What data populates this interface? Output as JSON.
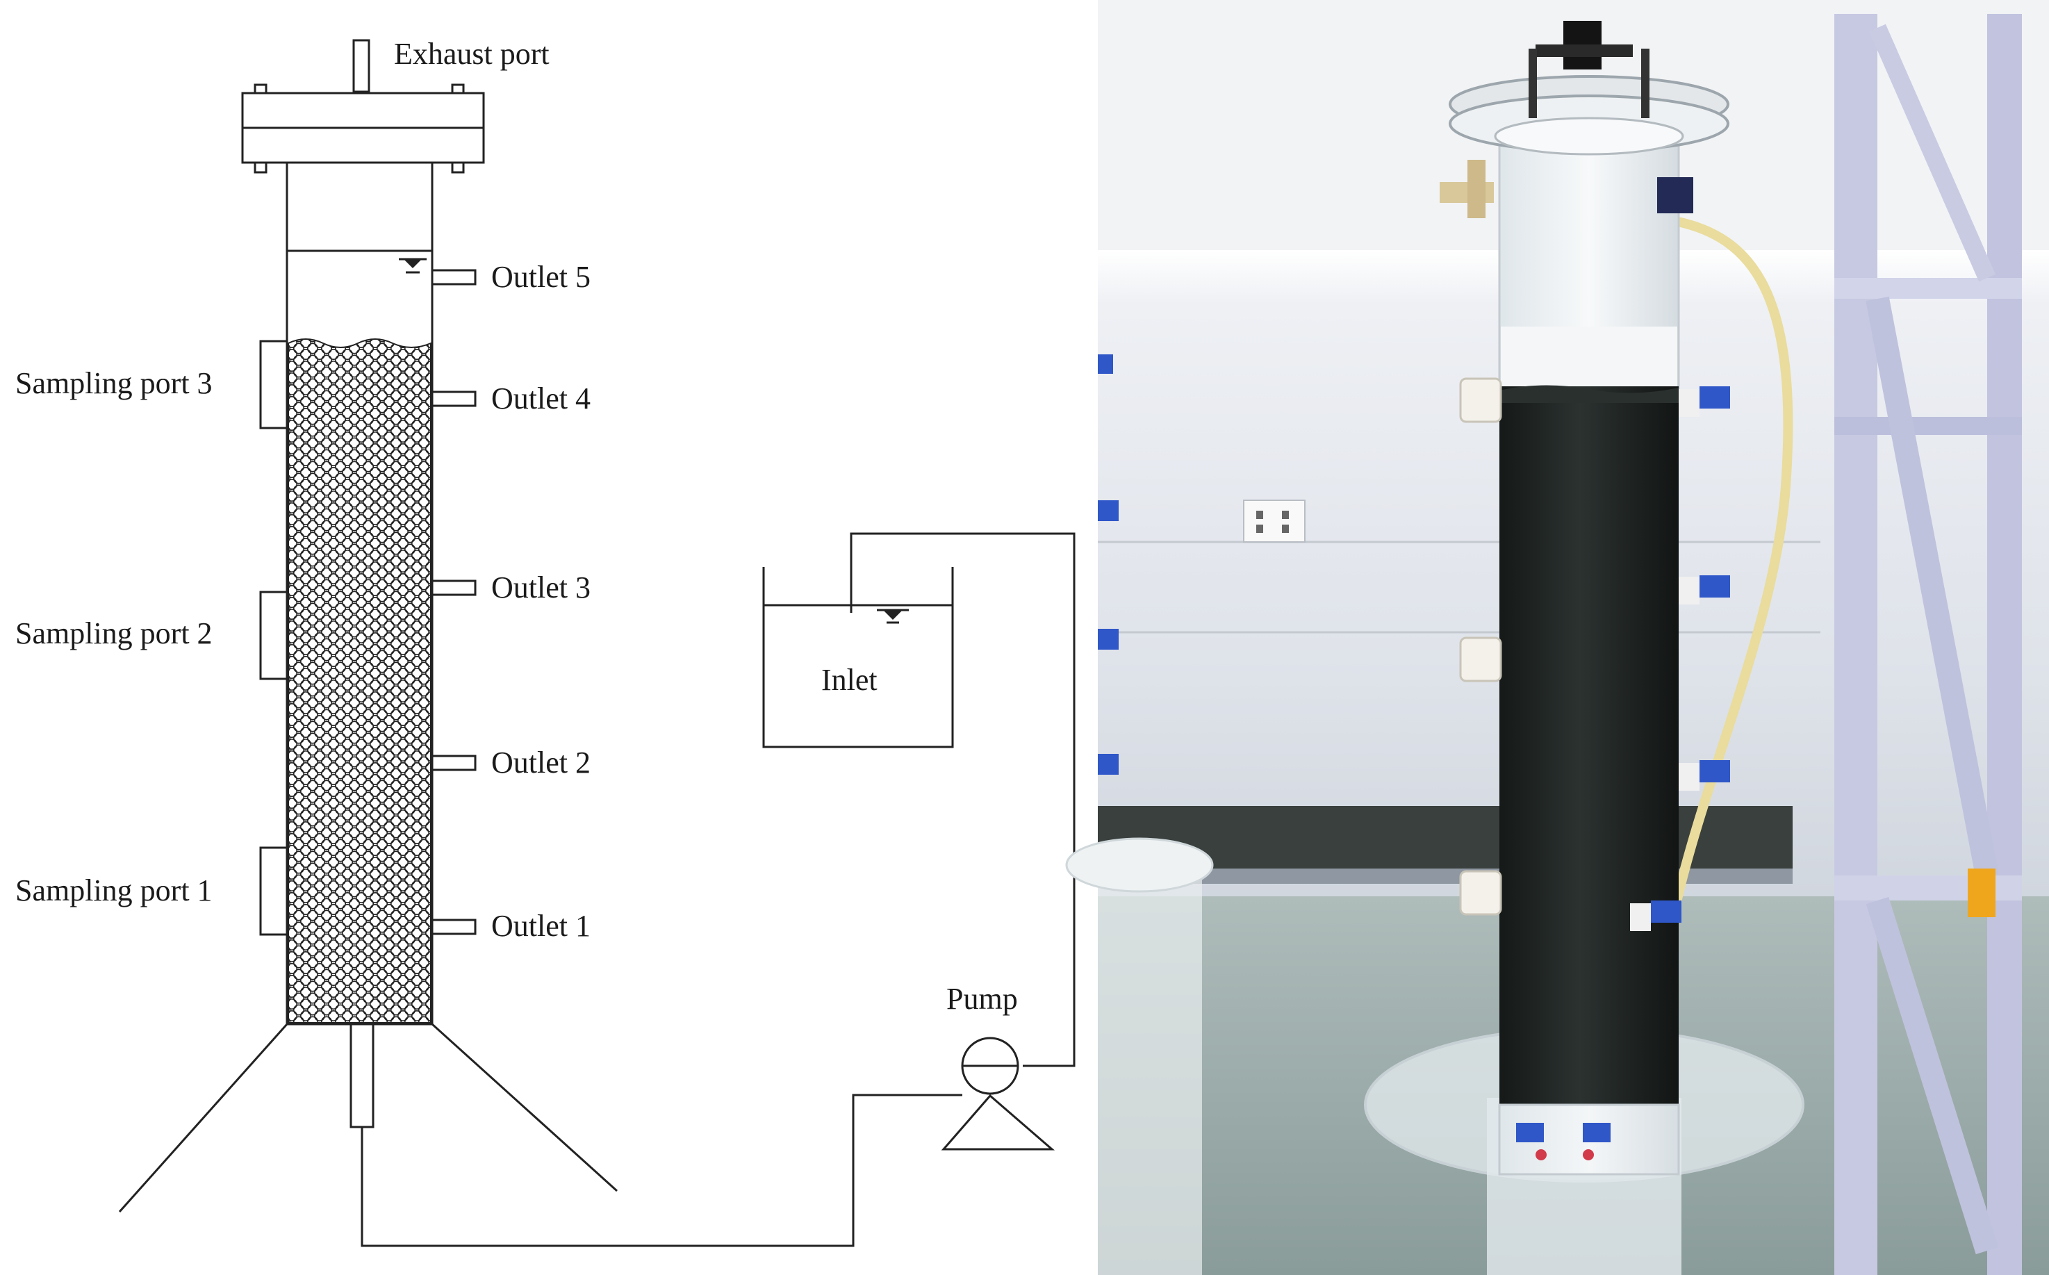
{
  "labels": {
    "exhaust_port": "Exhaust port",
    "outlets": [
      "Outlet 5",
      "Outlet 4",
      "Outlet 3",
      "Outlet 2",
      "Outlet 1"
    ],
    "sampling_ports": [
      "Sampling port 3",
      "Sampling port 2",
      "Sampling port 1"
    ],
    "inlet": "Inlet",
    "pump": "Pump"
  },
  "colors": {
    "line": "#222222",
    "media_dark": "#1e2322",
    "wall": "#d9dde6",
    "floor": "#9fb0ad",
    "rack": "#c7c9e2",
    "valve_blue": "#2f57c8",
    "tube_yellow": "#e9dc9c"
  }
}
